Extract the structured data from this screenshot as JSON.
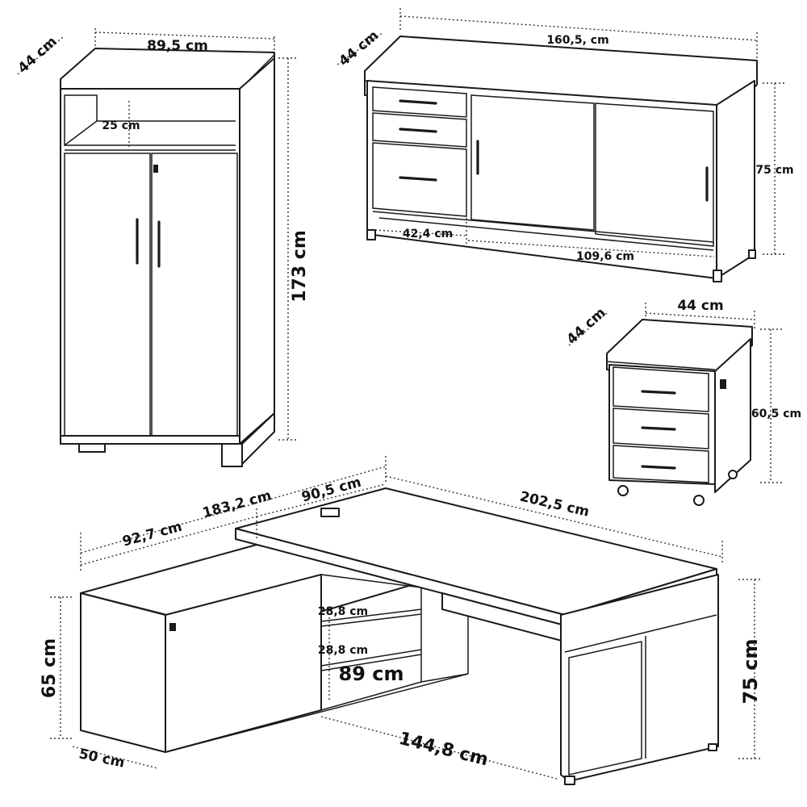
{
  "wardrobe": {
    "depth": "44 cm",
    "width": "89,5 cm",
    "niche": "25 cm",
    "height": "173 cm"
  },
  "sideboard": {
    "depth": "44 cm",
    "width": "160,5, cm",
    "height": "75 cm",
    "drawer_unit_width": "42,4 cm",
    "door_width": "109,6 cm"
  },
  "pedestal": {
    "depth": "44 cm",
    "width": "44 cm",
    "height": "60,5 cm"
  },
  "desk": {
    "total_length": "183,2 cm",
    "return_top": "90,5 cm",
    "return_part": "92,7 cm",
    "top_length": "202,5 cm",
    "shelf_1": "28,8 cm",
    "shelf_2": "28,8 cm",
    "inner_width": "89 cm",
    "return_height": "65 cm",
    "desk_height": "75 cm",
    "return_depth": "50 cm",
    "base_length": "144,8 cm"
  }
}
